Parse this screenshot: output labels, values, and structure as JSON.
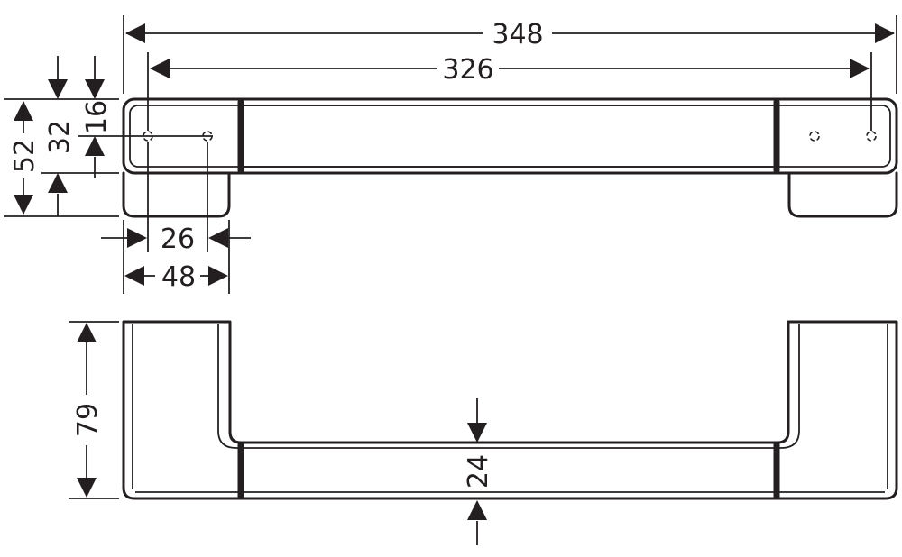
{
  "drawing": {
    "dimensions": {
      "overall_length": "348",
      "hole_spacing": "326",
      "height_top": "52",
      "bracket_height": "32",
      "hole_offset": "16",
      "hole_to_edge": "26",
      "bracket_depth": "48",
      "projection": "79",
      "bar_thickness": "24"
    }
  }
}
